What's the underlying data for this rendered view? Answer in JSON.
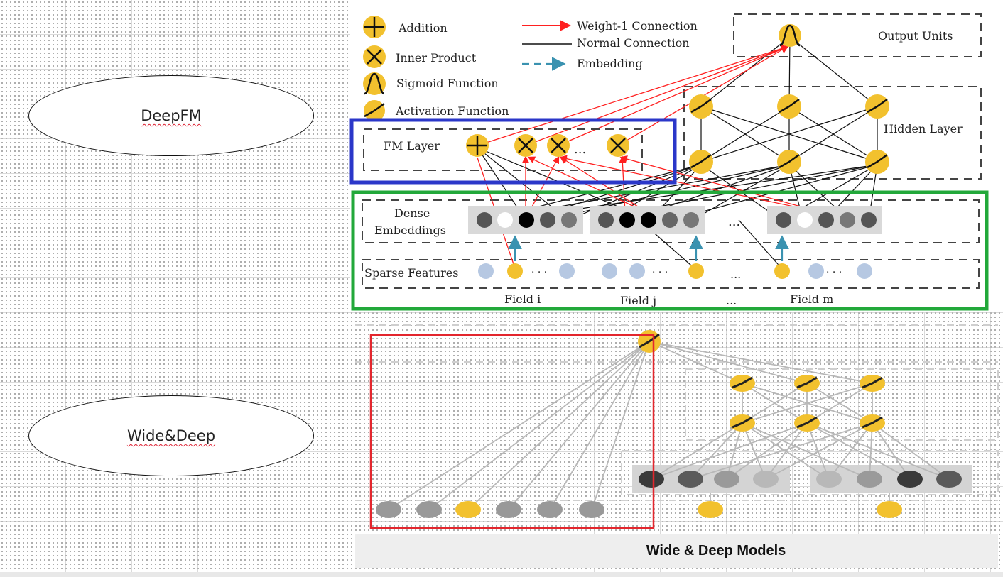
{
  "labels": {
    "deepfm": "DeepFM",
    "widedeep": "Wide&Deep"
  },
  "legend": {
    "addition": "Addition",
    "inner_product": "Inner Product",
    "sigmoid": "Sigmoid Function",
    "activation": "Activation Function",
    "weight1": "Weight-1 Connection",
    "normal": "Normal Connection",
    "embedding": "Embedding"
  },
  "deepfm": {
    "output_units": "Output Units",
    "hidden_layer": "Hidden Layer",
    "fm_layer": "FM Layer",
    "dense_embeddings_1": "Dense",
    "dense_embeddings_2": "Embeddings",
    "sparse_features": "Sparse Features",
    "field_i": "Field i",
    "field_j": "Field j",
    "field_m": "Field m",
    "dots": "...",
    "dots_b": "· · ·"
  },
  "widedeep": {
    "title": "Wide & Deep Models"
  },
  "colors": {
    "yellow": "#f2c12e",
    "red": "#ff2020",
    "blue_box": "#2b37c9",
    "green_box": "#22a83a",
    "red_box": "#e3262d",
    "teal": "#3a92b0",
    "sparse_blue": "#b6c8e2"
  }
}
